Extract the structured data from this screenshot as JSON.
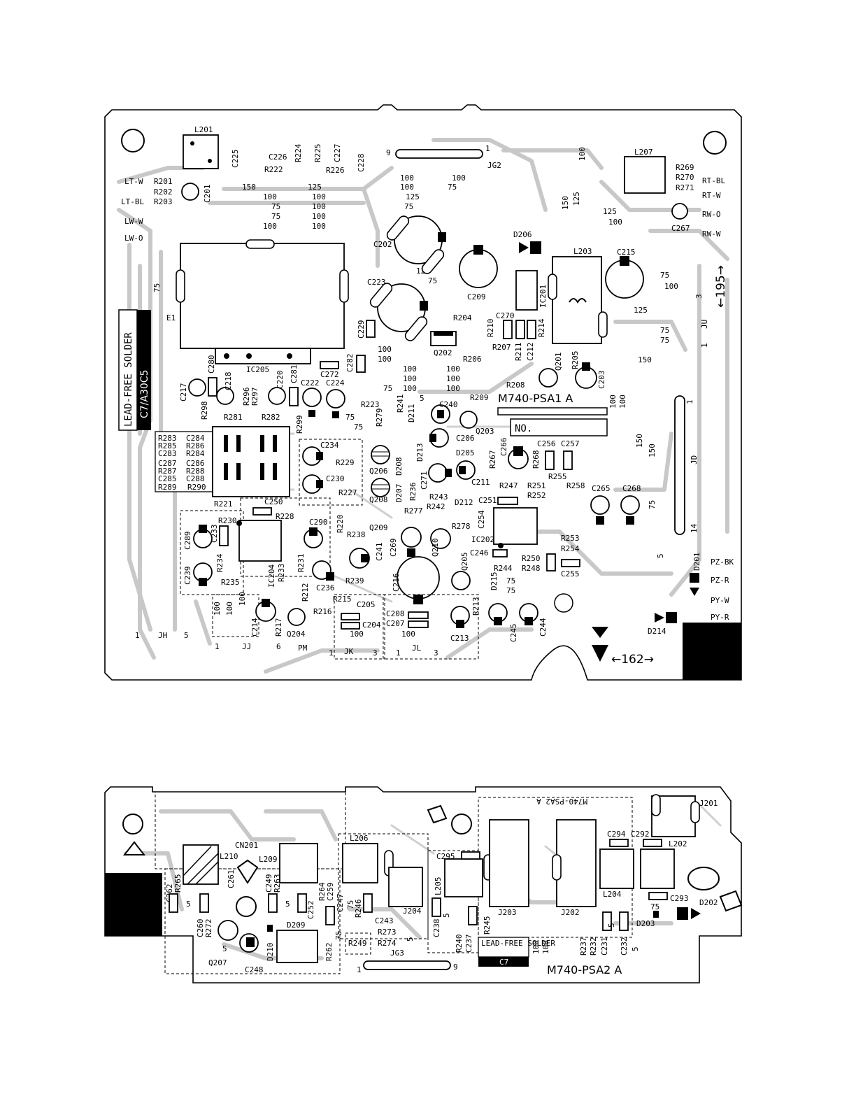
{
  "board_a": {
    "name": "M740-PSA1 A",
    "no_label": "NO.",
    "lead_free": "LEAD-FREE SOLDER",
    "code": "C7/A30C5",
    "dimension_195": "←195→",
    "dimension_162": "←162→",
    "connectors_left": [
      "LT-W",
      "LT-BL",
      "LW-W",
      "LW-O"
    ],
    "connectors_right": [
      "RT-BL",
      "RT-W",
      "RW-O",
      "RW-W"
    ],
    "connectors_pz": [
      "PZ-BK",
      "PZ-R",
      "PY-W",
      "PY-R"
    ],
    "bottom_headers": [
      {
        "name": "JH",
        "pins": [
          "1",
          "5"
        ]
      },
      {
        "name": "JJ",
        "pins": [
          "1",
          "6"
        ]
      },
      {
        "name": "PM",
        "pins": []
      },
      {
        "name": "JK",
        "pins": [
          "1",
          "3"
        ]
      },
      {
        "name": "JL",
        "pins": [
          "1",
          "3"
        ]
      }
    ],
    "jumpers": [
      {
        "name": "JG2",
        "pins": [
          "9",
          "1"
        ]
      },
      {
        "name": "JD",
        "pins": [
          "1",
          "14"
        ]
      },
      {
        "name": "JU",
        "pins": [
          "3",
          "1"
        ]
      }
    ],
    "components": {
      "l201": "L201",
      "l207": "L207",
      "l203": "L203",
      "e1": "E1",
      "ic205": "IC205",
      "ic201": "IC201",
      "ic202": "IC202",
      "ic204": "IC204",
      "c201": "C201",
      "c202": "C202",
      "c223": "C223",
      "c209": "C209",
      "c215": "C215",
      "c267": "C267",
      "d206": "D206",
      "q202": "Q202",
      "q201": "Q201",
      "c203": "C203",
      "r201": "R201",
      "r202": "R202",
      "r203": "R203",
      "r269": "R269",
      "r270": "R270",
      "r271": "R271",
      "c225": "C225",
      "c226": "C226",
      "r224": "R224",
      "r225": "R225",
      "c227": "C227",
      "c228": "C228",
      "r222": "R222",
      "r226": "R226",
      "c229": "C229",
      "c282": "C282",
      "c270": "C270",
      "r204": "R204",
      "r210": "R210",
      "r214": "R214",
      "r211": "R211",
      "c212": "C212",
      "r207": "R207",
      "r206": "R206",
      "r205": "R205",
      "r208": "R208",
      "r209": "R209",
      "c217": "C217",
      "r298": "R298",
      "c280": "C280",
      "c218": "C218",
      "r296": "R296",
      "r297": "R297",
      "c220": "C220",
      "c281": "C281",
      "c222": "C222",
      "c224": "C224",
      "c272": "C272",
      "r281": "R281",
      "r282": "R282",
      "r299": "R299",
      "r223": "R223",
      "r241": "R241",
      "d211": "D211",
      "c240": "C240",
      "q203": "Q203",
      "r279": "R279",
      "c206": "C206",
      "c234": "C234",
      "r229": "R229",
      "q206": "Q206",
      "d208": "D208",
      "d213": "D213",
      "d205": "D205",
      "c271": "C271",
      "c211": "C211",
      "c230": "C230",
      "r227": "R227",
      "q208": "Q208",
      "d207": "D207",
      "r236": "R236",
      "r243": "R243",
      "r242": "R242",
      "d212": "D212",
      "c266": "C266",
      "r268": "R268",
      "c256": "C256",
      "c257": "C257",
      "r267": "R267",
      "r255": "R255",
      "r247": "R247",
      "r251": "R251",
      "r252": "R252",
      "r258": "R258",
      "c265": "C265",
      "c268": "C268",
      "c251": "C251",
      "r277": "R277",
      "r278": "R278",
      "c254": "C254",
      "r221": "R221",
      "c250": "C250",
      "c233": "C233",
      "r230": "R230",
      "r228": "R228",
      "c290": "C290",
      "c289": "C289",
      "r220": "R220",
      "r238": "R238",
      "c241": "C241",
      "q209": "Q209",
      "c269": "C269",
      "q210": "Q210",
      "c246": "C246",
      "r244": "R244",
      "r253": "R253",
      "r254": "R254",
      "r250": "R250",
      "r248": "R248",
      "c255": "C255",
      "r234": "R234",
      "r233": "R233",
      "r231": "R231",
      "c239": "C239",
      "r235": "R235",
      "c236": "C236",
      "r239": "R239",
      "c216": "C216",
      "q205": "Q205",
      "d215": "D215",
      "d201": "D201",
      "r212": "R212",
      "r215": "R215",
      "c205": "C205",
      "r213": "R213",
      "c214": "C214",
      "r217": "R217",
      "q204": "Q204",
      "r216": "R216",
      "c208": "C208",
      "c207": "C207",
      "c204": "C204",
      "c213": "C213",
      "c245": "C245",
      "c244": "C244",
      "d214": "D214",
      "r283": "R283",
      "r285": "R285",
      "c283": "C283",
      "c284": "C284",
      "r286": "R286",
      "r284": "R284",
      "c287": "C287",
      "r287": "R287",
      "c285": "C285",
      "c286": "C286",
      "r288": "R288",
      "c288": "C288",
      "r289": "R289",
      "r290": "R290"
    },
    "trace_values": {
      "v150": "150",
      "v125": "125",
      "v100": "100",
      "v75": "75",
      "v5": "5"
    }
  },
  "board_b": {
    "name": "M740-PSA2 A",
    "mirror_name": "M740-PSA2 A",
    "lead_free": "LEAD-FREE SOLDER",
    "code": "C7",
    "jumper": {
      "name": "JG3",
      "pins": [
        "1",
        "9"
      ]
    },
    "components": {
      "cn201": "CN201",
      "l210": "L210",
      "l209": "L209",
      "l206": "L206",
      "l205": "L205",
      "l204": "L204",
      "l202": "L202",
      "j201": "J201",
      "j202": "J202",
      "j203": "J203",
      "j204": "J204",
      "c262": "C262",
      "r265": "R265",
      "c261": "C261",
      "c249": "C249",
      "r263": "R263",
      "c252": "C252",
      "r264": "R264",
      "c259": "C259",
      "c247": "C247",
      "r246": "R246",
      "c243": "C243",
      "c295": "C295",
      "c294": "C294",
      "c292": "C292",
      "c293": "C293",
      "d202": "D202",
      "d203": "D203",
      "c260": "C260",
      "r272": "R272",
      "q207": "Q207",
      "c248": "C248",
      "d210": "D210",
      "d209": "D209",
      "r262": "R262",
      "r249": "R249",
      "r273": "R273",
      "r274": "R274",
      "c238": "C238",
      "r240": "R240",
      "c237": "C237",
      "r245": "R245",
      "r237": "R237",
      "r232": "R232",
      "c231": "C231",
      "c232": "C232"
    },
    "trace_values": {
      "v100": "100",
      "v75": "75",
      "v5": "5"
    }
  }
}
